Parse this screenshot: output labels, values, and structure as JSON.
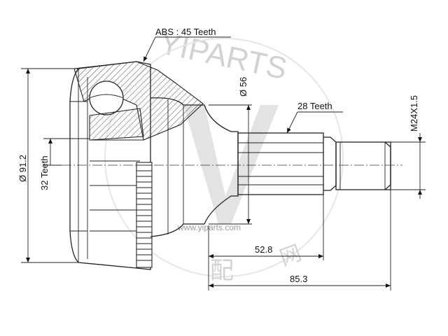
{
  "labels": {
    "abs": "ABS : 45 Teeth",
    "d56": "Ø 56",
    "teeth28": "28 Teeth",
    "thread": "M24X1.5",
    "d912": "Ø 91.2",
    "teeth32": "32 Teeth",
    "len528": "52.8",
    "len853": "85.3"
  },
  "watermark": {
    "brand": "YIPARTS",
    "url": "www.yiparts.com",
    "cjk": [
      "配",
      "网"
    ]
  },
  "colors": {
    "line": "#222222",
    "watermark": "#d2d2d2",
    "background": "#ffffff"
  }
}
